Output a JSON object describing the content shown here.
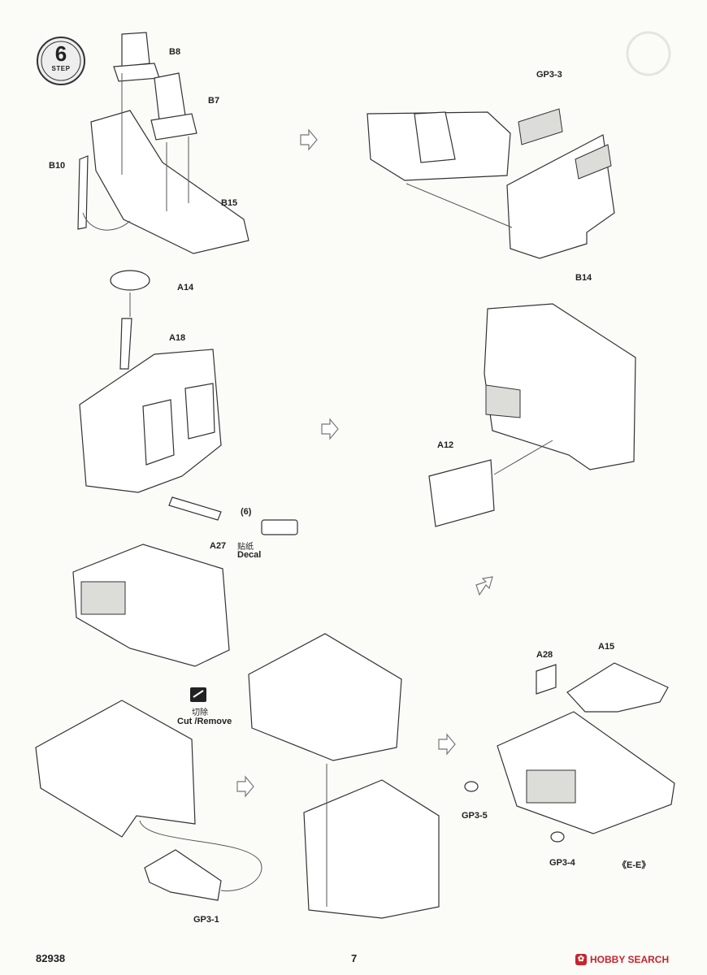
{
  "step": {
    "number": "6",
    "word": "STEP"
  },
  "parts": {
    "b8": "B8",
    "b7": "B7",
    "b10": "B10",
    "b15": "B15",
    "gp3_3": "GP3-3",
    "b14": "B14",
    "a14": "A14",
    "a18": "A18",
    "a12": "A12",
    "a27": "A27",
    "a28": "A28",
    "a15": "A15",
    "gp3_5": "GP3-5",
    "gp3_4": "GP3-4",
    "gp3_1": "GP3-1"
  },
  "decal": {
    "number": "(6)",
    "label_cn": "贴纸",
    "label_en": "Decal"
  },
  "cut": {
    "label_cn": "切除",
    "label_en": "Cut /Remove"
  },
  "view_label": "《E-E》",
  "footer": {
    "code": "82938",
    "page": "7"
  },
  "brand": {
    "name": "HOBBY SEARCH",
    "icon": "hobby-search-logo-icon",
    "color": "#c8242b"
  }
}
